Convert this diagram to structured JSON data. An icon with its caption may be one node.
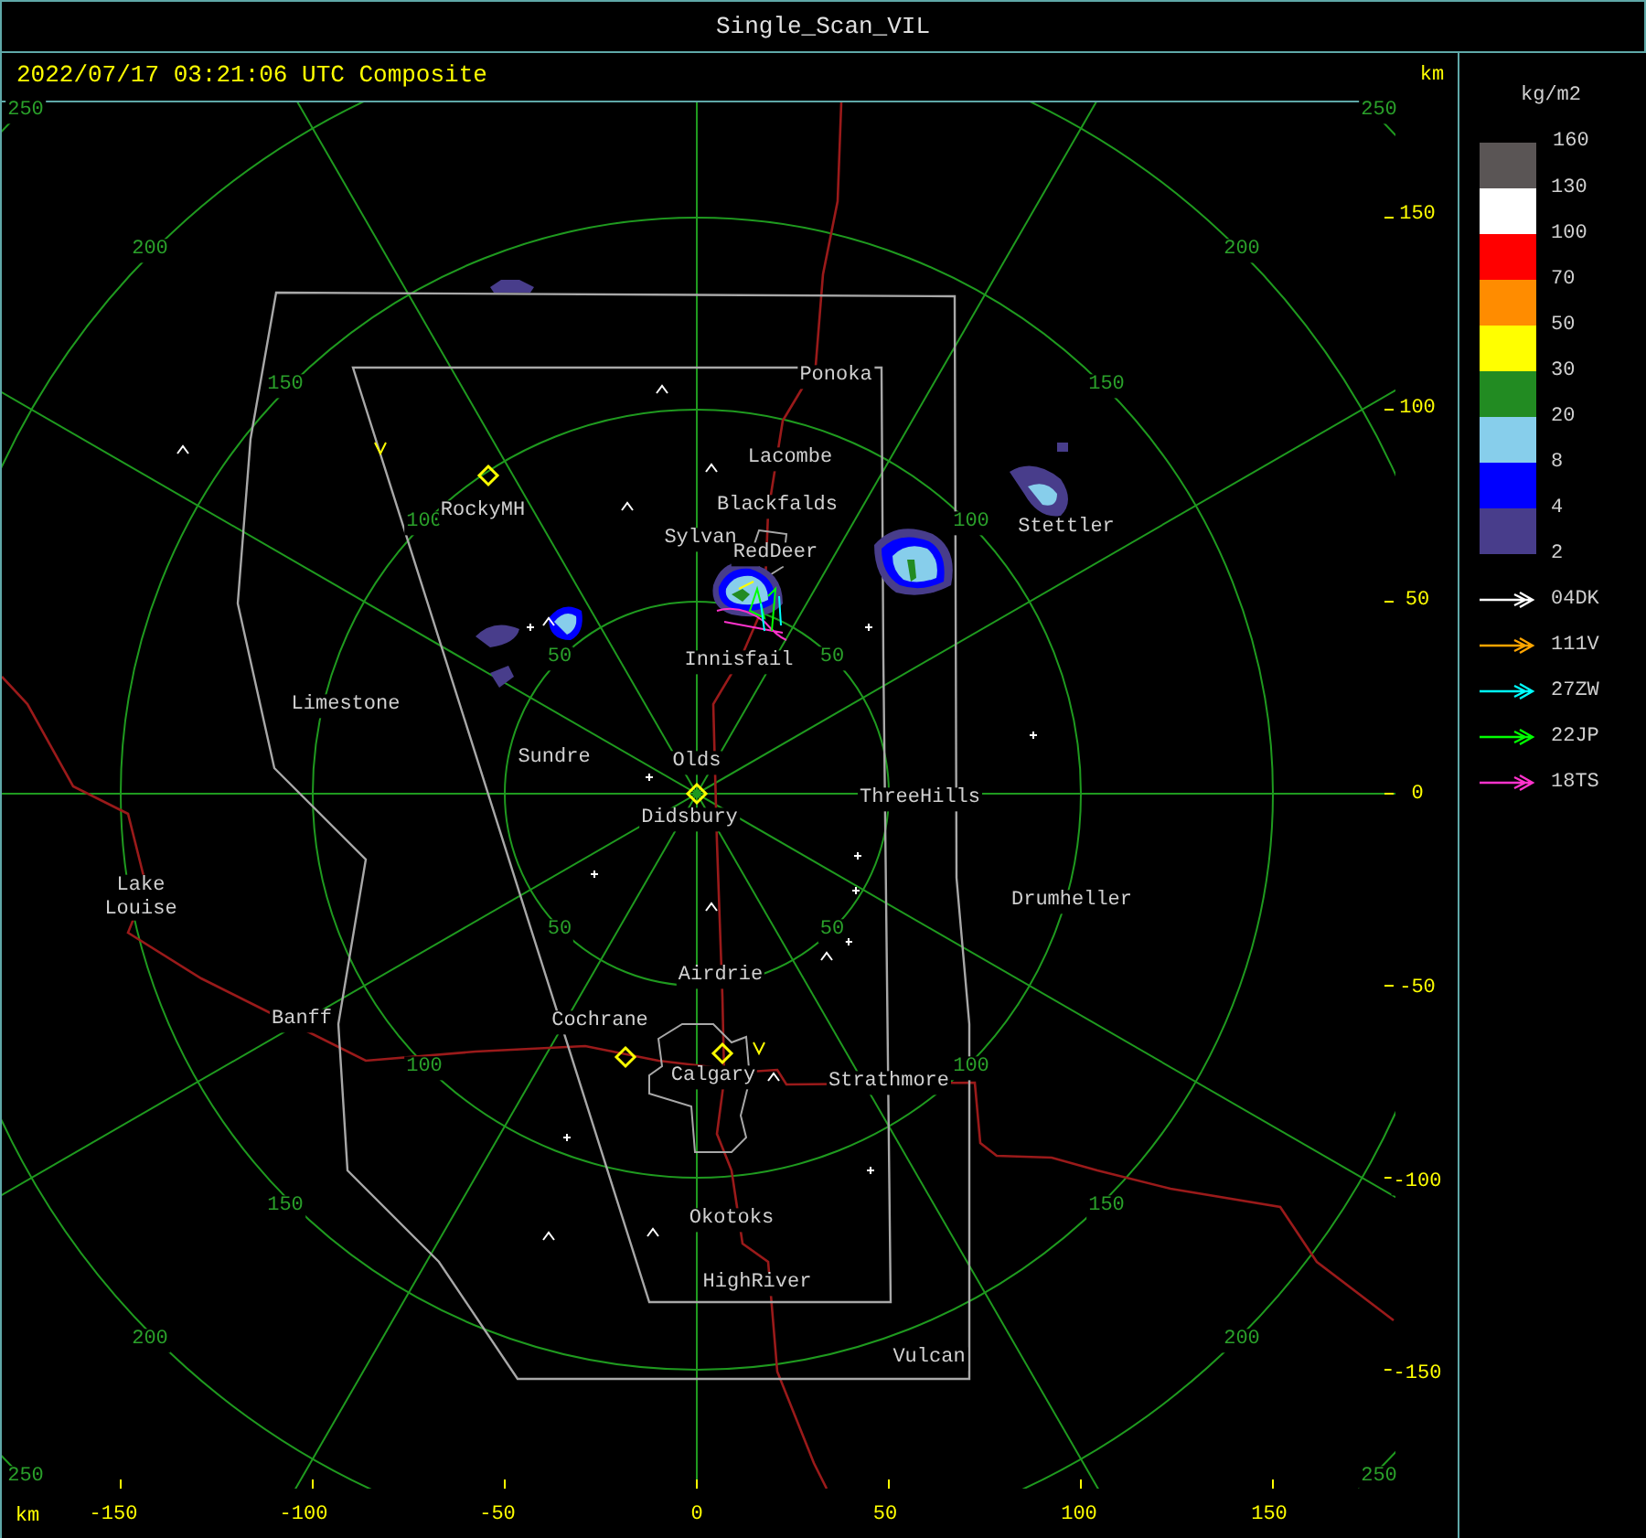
{
  "diagram": {
    "title": "Single_Scan_VIL",
    "labels": [
      "2022/07/17 03:21:06 UTC Composite",
      "km",
      "250",
      "250",
      "200",
      "200",
      "150",
      "150",
      "Ponoka",
      "Lacombe",
      "100",
      "RockyMH",
      "Blackfalds",
      "100",
      "Stettler",
      "Sylvan",
      "RedDeer",
      "50",
      "Innisfail",
      "50",
      "Limestone",
      "Sundre",
      "Olds",
      "ThreeHills",
      "Didsbury",
      "Lake Louise",
      "Drumheller",
      "50",
      "50",
      "Airdrie",
      "Banff",
      "Cochrane",
      "100",
      "100",
      "Calgary",
      "Strathmore",
      "150",
      "150",
      "Okotoks",
      "HighRiver",
      "200",
      "200",
      "Vulcan",
      "250",
      "250",
      "150",
      "100",
      "50",
      "0",
      "-50",
      "-100",
      "-150",
      "km",
      "-150",
      "-100",
      "-50",
      "0",
      "50",
      "100",
      "150",
      "kg/m2",
      "160"
    ],
    "legend": [
      {
        "text": "130",
        "color": "#5a5555"
      },
      {
        "text": "100",
        "color": "#ffffff"
      },
      {
        "text": "70",
        "color": "#ff0000"
      },
      {
        "text": "50",
        "color": "#ff8c00"
      },
      {
        "text": "30",
        "color": "#ffff00"
      },
      {
        "text": "20",
        "color": "#228b22"
      },
      {
        "text": "8",
        "color": "#87ceeb"
      },
      {
        "text": "4",
        "color": "#0000ff"
      },
      {
        "text": "2",
        "color": "#483d8b"
      },
      {
        "text": "04DK"
      },
      {
        "text": "111V"
      },
      {
        "text": "27ZW"
      },
      {
        "text": "22JP"
      },
      {
        "text": "18TS"
      }
    ]
  }
}
